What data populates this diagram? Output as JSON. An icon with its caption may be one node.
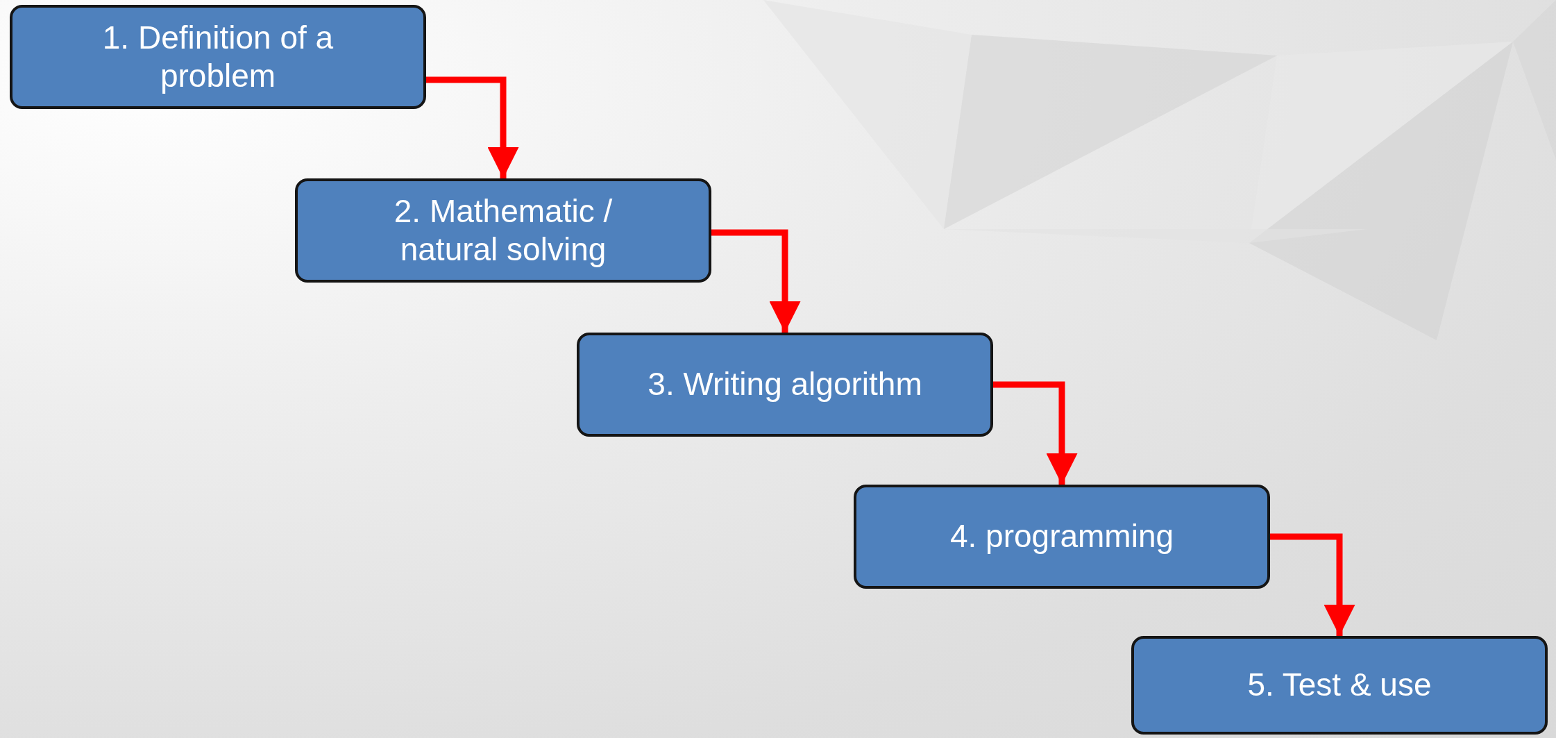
{
  "diagram": {
    "nodes": [
      {
        "text": [
          "1. Definition of a problem"
        ]
      },
      {
        "text": [
          "2. Mathematic / natural solving"
        ]
      },
      {
        "text": [
          "3. Writing algorithm"
        ]
      },
      {
        "text": [
          "4. programming"
        ]
      },
      {
        "text": [
          "5. Test & use"
        ]
      }
    ],
    "edges": [
      {
        "from": 0,
        "to": 1,
        "arrow": "to"
      },
      {
        "from": 1,
        "to": 2,
        "arrow": "to"
      },
      {
        "from": 2,
        "to": 3,
        "arrow": "to"
      },
      {
        "from": 3,
        "to": 4,
        "arrow": "to"
      }
    ]
  }
}
